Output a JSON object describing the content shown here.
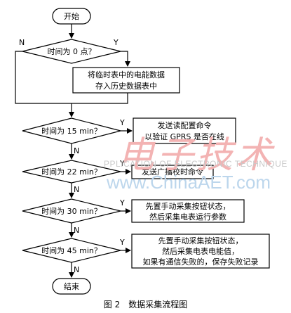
{
  "nodes": {
    "start": "开始",
    "d0": "时间为 0 点？",
    "p0_l1": "将临时表中的电能数据",
    "p0_l2": "存入历史数据表中",
    "d15": "时间为 15 min？",
    "p15_l1": "发送读配置命令",
    "p15_l2": "以验证 GPRS 是否在线",
    "d22": "时间为 22 min？",
    "p22": "发送广播校时命令",
    "d30": "时间为 30 min？",
    "p30_l1": "先置手动采集按钮状态，",
    "p30_l2": "然后采集电表运行参数",
    "d45": "时间为 45 min？",
    "p45_l1": "先置手动采集按钮状态，",
    "p45_l2": "然后采集电表电能值，",
    "p45_l3": "如果有通信失败的，保存失败记录",
    "end": "结束"
  },
  "labels": {
    "yes": "Y",
    "no": "N"
  },
  "caption": "图 2　数据采集流程图",
  "watermark": {
    "logo": "电子技术",
    "subtitle": "PPLICATION OF ELECTRONIC TECHNIQUE",
    "url": "www.ChinaAET.com"
  }
}
